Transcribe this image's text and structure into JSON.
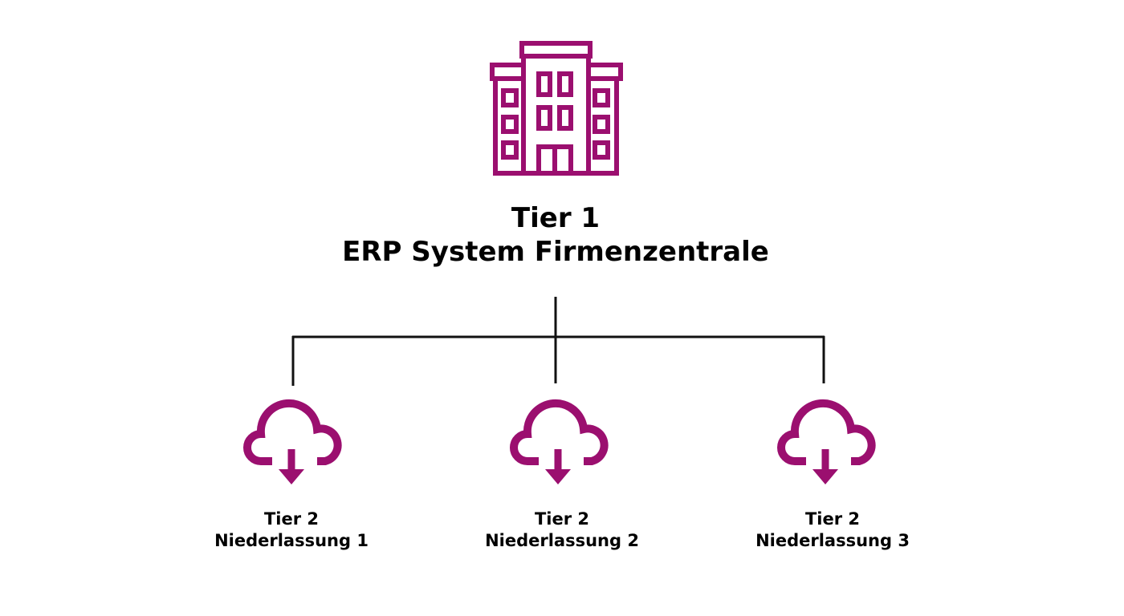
{
  "accent_color": "#9b0f6f",
  "root": {
    "icon": "office-building-icon",
    "tier": "Tier 1",
    "name": "ERP System Firmenzentrale"
  },
  "branches": [
    {
      "icon": "cloud-download-icon",
      "tier": "Tier 2",
      "name": "Niederlassung 1"
    },
    {
      "icon": "cloud-download-icon",
      "tier": "Tier 2",
      "name": "Niederlassung 2"
    },
    {
      "icon": "cloud-download-icon",
      "tier": "Tier 2",
      "name": "Niederlassung 3"
    }
  ]
}
